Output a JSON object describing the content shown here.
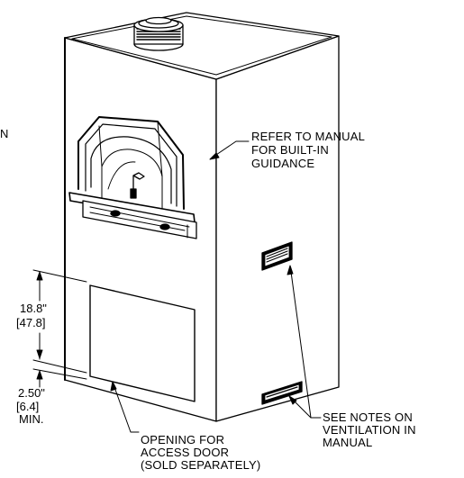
{
  "annotations": {
    "left_edge_fragment": "N",
    "manual_note": [
      "REFER TO MANUAL",
      "FOR BUILT-IN",
      "GUIDANCE"
    ],
    "vent_note": [
      "SEE NOTES ON",
      "VENTILATION IN",
      "MANUAL"
    ],
    "access_note": [
      "OPENING FOR",
      "ACCESS DOOR",
      "(SOLD SEPARATELY)"
    ]
  },
  "dimensions": {
    "opening_height_in": "18.8\"",
    "opening_height_cm": "[47.8]",
    "base_clearance_in": "2.50\"",
    "base_clearance_cm": "[6.4]",
    "base_clearance_note": "MIN."
  }
}
